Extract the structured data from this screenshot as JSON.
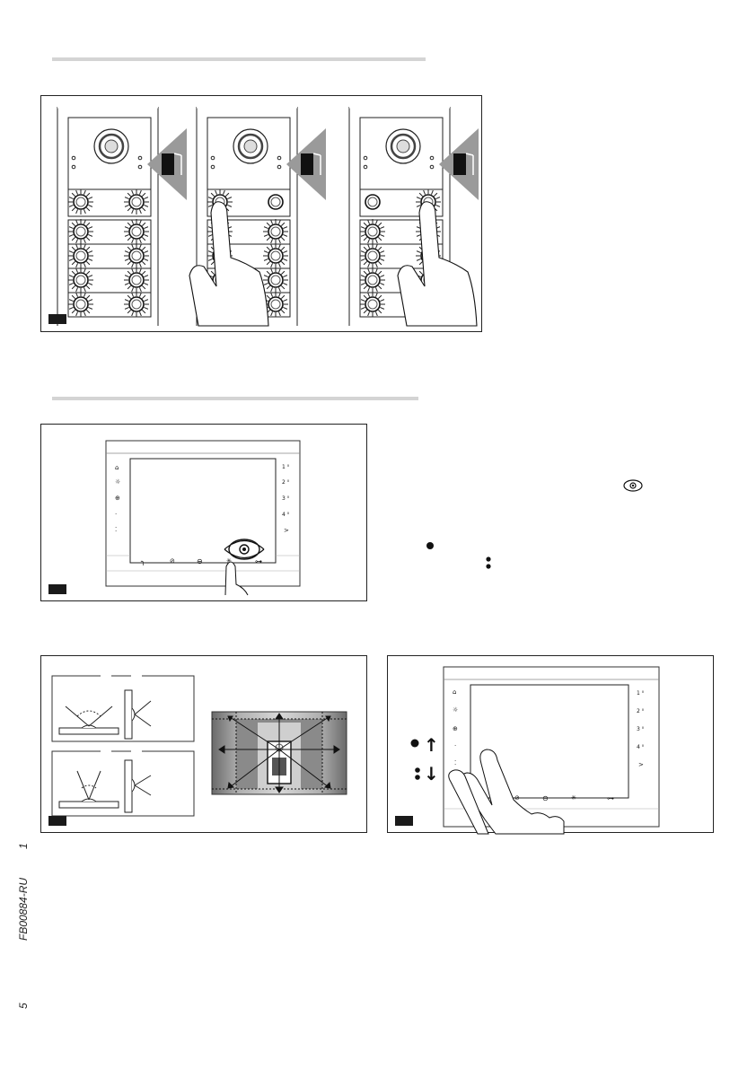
{
  "sidebar": {
    "page_number": "5",
    "doc_code": "FB00884-RU",
    "revision": "1"
  },
  "monitor": {
    "left_keys": [
      "⌂",
      "☼",
      "⊕",
      "·",
      "⁚"
    ],
    "right_keys": [
      "1 ⁰",
      "2 ⁰",
      "3 ⁰",
      "4 ⁰",
      ">"
    ],
    "bottom_keys": [
      "╮",
      "⊘",
      "⊖",
      "✳",
      "⊶"
    ]
  },
  "fig3": {
    "up_arrow": "↑",
    "down_arrow": "↓"
  }
}
